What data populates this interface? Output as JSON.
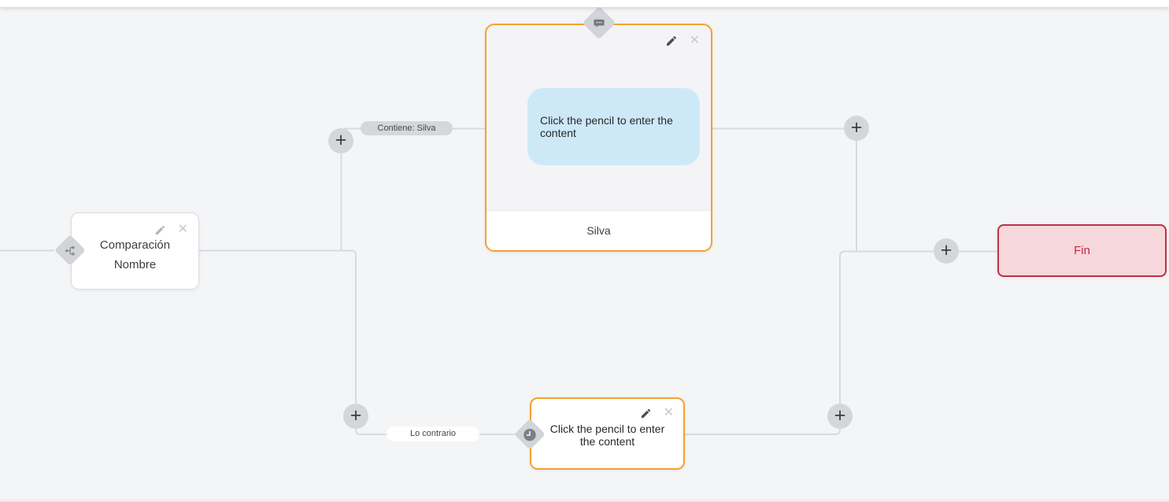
{
  "app": {
    "view": "flow-builder-canvas"
  },
  "palette": {
    "canvas_bg": "#f4f5f6",
    "edge": "#d9dadd",
    "accent_orange": "#f6a12f",
    "bubble_blue": "#cde9f8",
    "end_fill": "#f6d7db",
    "end_border": "#c22f47",
    "end_text": "#c02945"
  },
  "symbols": {
    "add": "+",
    "close": "✕"
  },
  "condition_node": {
    "line1": "Comparación",
    "line2": "Nombre"
  },
  "edge_labels": {
    "top": "Contiene: Silva",
    "bottom": "Lo contrario"
  },
  "message_node": {
    "bubble_text": "Click the pencil to enter the content",
    "footer": "Silva"
  },
  "wait_node": {
    "text": "Click the pencil to enter the content"
  },
  "end_node": {
    "label": "Fin"
  }
}
